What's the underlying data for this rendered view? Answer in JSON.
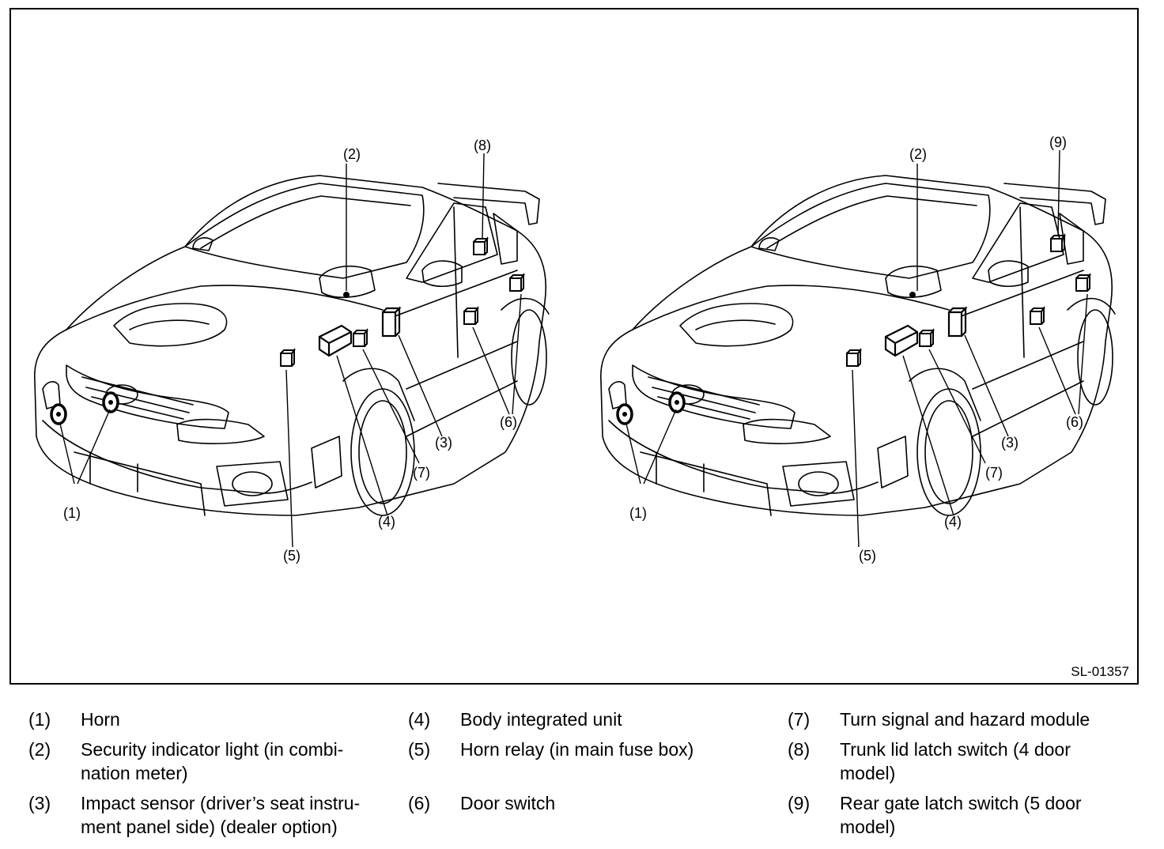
{
  "figure": {
    "id": "SL-01357",
    "left_callouts": [
      "(1)",
      "(2)",
      "(3)",
      "(4)",
      "(5)",
      "(6)",
      "(7)",
      "(8)"
    ],
    "right_callouts": [
      "(1)",
      "(2)",
      "(3)",
      "(4)",
      "(5)",
      "(6)",
      "(7)",
      "(9)"
    ]
  },
  "legend": [
    {
      "num": "(1)",
      "text": "Horn"
    },
    {
      "num": "(2)",
      "text": "Security indicator light (in combi-\nnation meter)"
    },
    {
      "num": "(3)",
      "text": "Impact sensor (driver’s seat instru-\nment panel side) (dealer option)"
    },
    {
      "num": "(4)",
      "text": "Body integrated unit"
    },
    {
      "num": "(5)",
      "text": "Horn relay (in main fuse box)"
    },
    {
      "num": "(6)",
      "text": "Door switch"
    },
    {
      "num": "(7)",
      "text": "Turn signal and hazard module"
    },
    {
      "num": "(8)",
      "text": "Trunk lid latch switch (4 door\nmodel)"
    },
    {
      "num": "(9)",
      "text": "Rear gate latch switch (5 door\nmodel)"
    }
  ]
}
